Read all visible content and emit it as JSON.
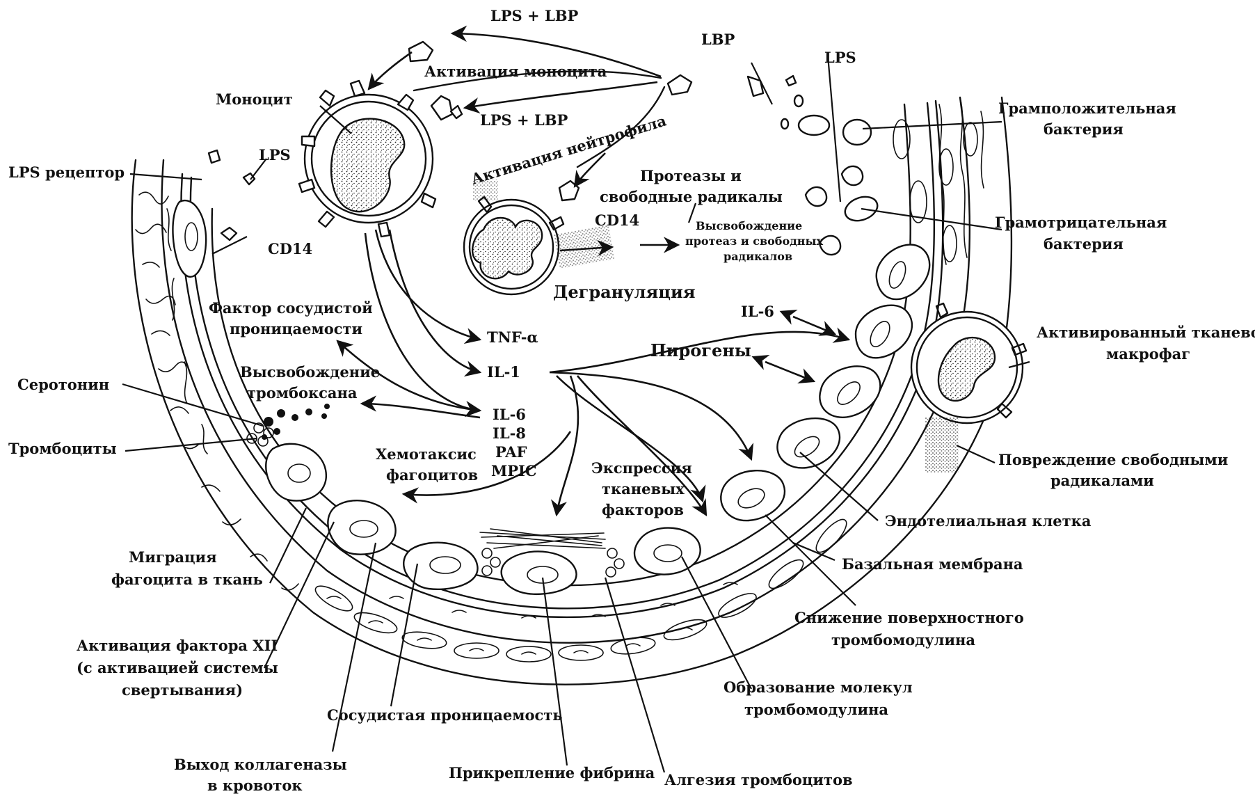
{
  "labels": {
    "lps_lbp_top": "LPS + LBP",
    "monocyte_activation": "Активация моноцита",
    "lbp": "LBP",
    "lps_top_right": "LPS",
    "monocyte": "Моноцит",
    "lps_lbp_mid": "LPS + LBP",
    "neutrophil_activation": "Активация нейтрофила",
    "gram_positive": [
      "Грамположительная",
      "бактерия"
    ],
    "lps_receptor": "LPS рецептор",
    "lps_left": "LPS",
    "proteases": [
      "Протеазы и",
      "свободные радикалы"
    ],
    "cd14_mid": "CD14",
    "release_proteases": [
      "Высвобождение",
      "протеаз и свободных",
      "радикалов"
    ],
    "gram_negative": [
      "Грамотрицательная",
      "бактерия"
    ],
    "cd14_left": "CD14",
    "degranulation": "Дегрануляция",
    "il6_right": "IL-6",
    "vascular_permeability_factor": [
      "Фактор сосудистой",
      "проницаемости"
    ],
    "tnf": "TNF-α",
    "pyrogens": "Пирогены",
    "activated_macrophage": [
      "Активированный тканевой",
      "макрофаг"
    ],
    "il1": "IL-1",
    "serotonin": "Серотонин",
    "thromboxane_release": [
      "Высвобождение",
      "тромбоксана"
    ],
    "cytokines": [
      "IL-6",
      "IL-8",
      "PAF",
      "MPIC"
    ],
    "platelets": "Тромбоциты",
    "chemotaxis": [
      "Хемотаксис",
      "фагоцитов"
    ],
    "tissue_factors": [
      "Экспрессия",
      "тканевых",
      "факторов"
    ],
    "free_radical_damage": [
      "Повреждение свободными",
      "радикалами"
    ],
    "endothelial_cell": "Эндотелиальная клетка",
    "phagocyte_migration": [
      "Миграция",
      "фагоцита в ткань"
    ],
    "basal_membrane": "Базальная мембрана",
    "thrombomodulin_decrease": [
      "Снижение поверхностного",
      "тромбомодулина"
    ],
    "factor_xii": [
      "Активация фактора XII",
      "(с активацией системы",
      "свертывания)"
    ],
    "thrombomodulin_formation": [
      "Образование молекул",
      "тромбомодулина"
    ],
    "vessel_permeability": "Сосудистая проницаемость",
    "collagenase": [
      "Выход коллагеназы",
      "в кровоток"
    ],
    "fibrin": "Прикрепление фибрина",
    "platelet_adhesion": "Алгезия тромбоцитов"
  },
  "icons": {
    "monocyte": "monocyte-cell-icon",
    "neutrophil": "neutrophil-cell-icon",
    "macrophage": "macrophage-cell-icon",
    "lps_lbp": "lps-lbp-complex-icon",
    "bacteria": "bacteria-icon"
  }
}
